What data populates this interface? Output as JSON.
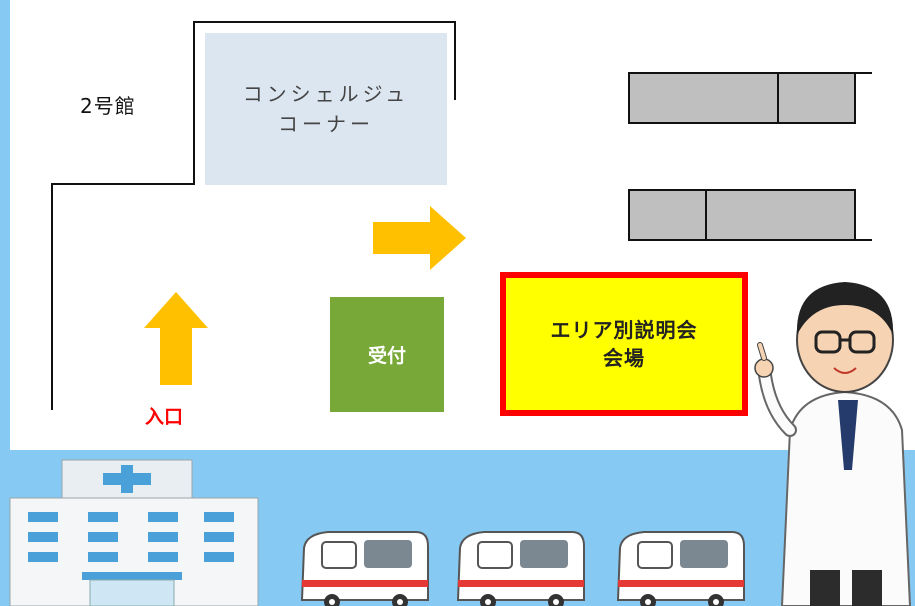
{
  "map": {
    "building2_label": "2号館",
    "concierge_label_line1": "コンシェルジュ",
    "concierge_label_line2": "コーナー",
    "reception_label": "受付",
    "venue_label_line1": "エリア別説明会",
    "venue_label_line2": "会場",
    "entrance_label": "入口"
  },
  "icons": [
    "arrow-up-icon",
    "arrow-right-icon",
    "hospital-icon",
    "ambulance-icon",
    "doctor-icon"
  ],
  "colors": {
    "background": "#86c9f2",
    "map_area": "#ffffff",
    "concierge_box": "#dce6f1",
    "reception_box": "#77a838",
    "venue_fill": "#ffff00",
    "venue_border": "#ff0000",
    "arrow": "#ffc000",
    "entrance_text": "#ff0000",
    "desk_gray": "#bfbfbf"
  }
}
